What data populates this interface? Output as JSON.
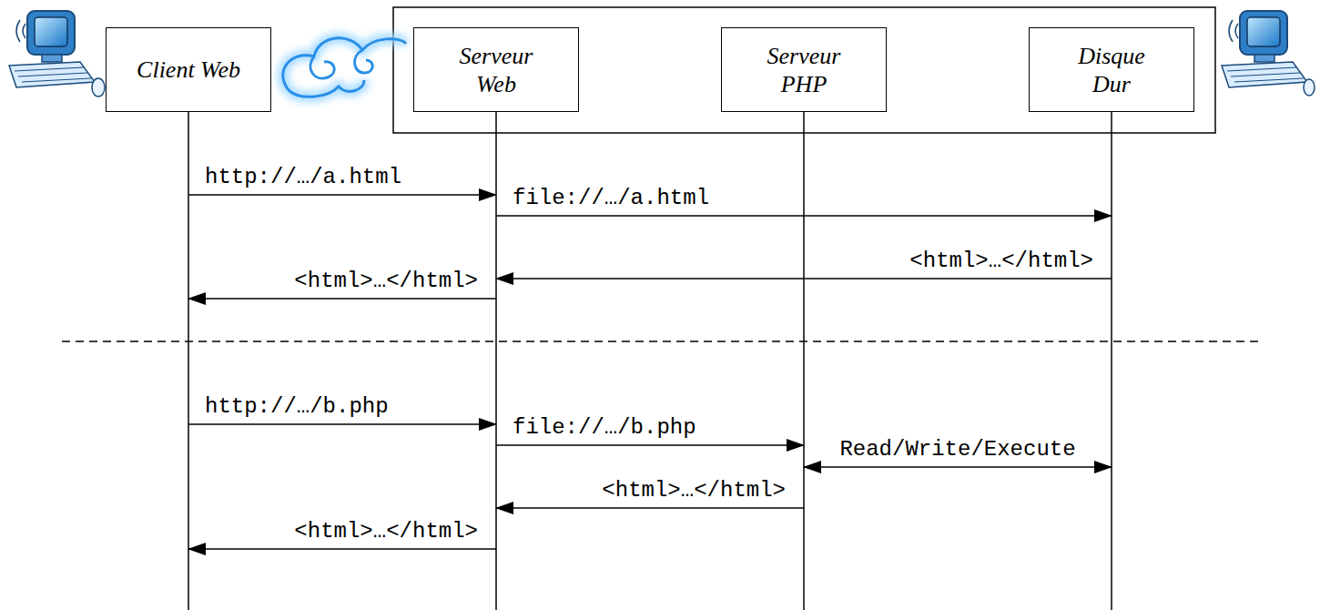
{
  "diagram": {
    "nodes": [
      {
        "text": [
          "Client Web"
        ]
      },
      {
        "text": [
          "Serveur Web"
        ]
      },
      {
        "text": [
          "Serveur PHP"
        ]
      },
      {
        "text": [
          "Disque Dur"
        ]
      }
    ],
    "edges": [
      {
        "from": 0,
        "to": 1,
        "label": "http://…/a.html",
        "arrow": "to"
      },
      {
        "from": 1,
        "to": 3,
        "label": "file://…/a.html",
        "arrow": "to"
      },
      {
        "from": 3,
        "to": 1,
        "label": "<html>…</html>",
        "arrow": "to"
      },
      {
        "from": 1,
        "to": 0,
        "label": "<html>…</html>",
        "arrow": "to"
      },
      {
        "from": 0,
        "to": 1,
        "label": "http://…/b.php",
        "arrow": "to"
      },
      {
        "from": 1,
        "to": 2,
        "label": "file://…/b.php",
        "arrow": "to"
      },
      {
        "from": 2,
        "to": 3,
        "label": "Read/Write/Execute",
        "arrow": "both"
      },
      {
        "from": 2,
        "to": 1,
        "label": "<html>…</html>",
        "arrow": "to"
      },
      {
        "from": 1,
        "to": 0,
        "label": "<html>…</html>",
        "arrow": "to"
      }
    ]
  }
}
